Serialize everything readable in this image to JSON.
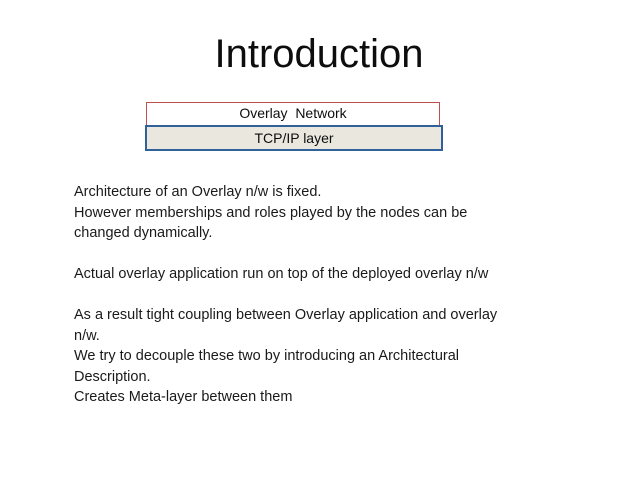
{
  "slide": {
    "title": "Introduction",
    "diagram": {
      "name": "overlay-stack",
      "layers": [
        {
          "label": "Overlay  Network",
          "border_color": "#c0504d",
          "fill_color": "#ffffff"
        },
        {
          "label": "TCP/IP layer",
          "border_color": "#31619b",
          "fill_color": "#eae8de"
        }
      ]
    },
    "paragraphs": [
      {
        "lines": [
          "Architecture of an Overlay n/w  is fixed.",
          "However memberships and roles played by the nodes can be",
          "changed dynamically."
        ]
      },
      {
        "lines": [
          "Actual overlay application run on top of the deployed overlay n/w"
        ]
      },
      {
        "lines": [
          "As a result tight coupling between Overlay application and overlay",
          "n/w.",
          "We try to decouple these two by introducing an Architectural",
          "Description.",
          "Creates Meta-layer between them"
        ]
      }
    ]
  }
}
